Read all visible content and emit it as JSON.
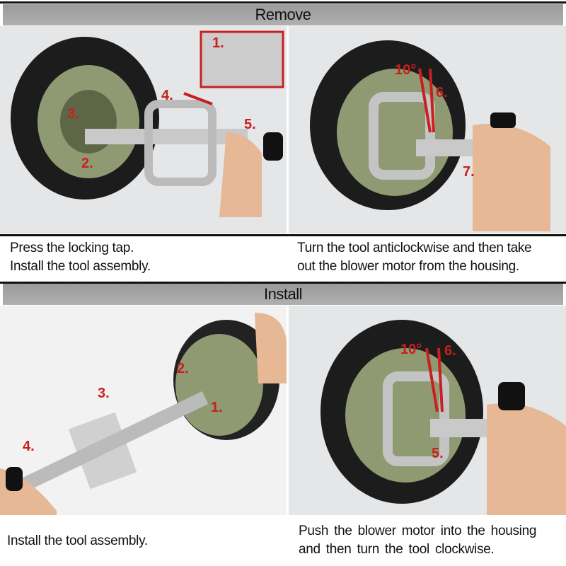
{
  "remove": {
    "title": "Remove",
    "left": {
      "labels": [
        "1.",
        "2.",
        "3.",
        "4.",
        "5."
      ],
      "caption_lines": [
        "Press the locking tap.",
        "Install the tool assembly."
      ]
    },
    "right": {
      "labels": [
        "10°",
        "6.",
        "7."
      ],
      "caption_lines": [
        "Turn the tool anticlockwise and then take",
        "out the blower motor from the housing."
      ]
    }
  },
  "install": {
    "title": "Install",
    "left": {
      "labels": [
        "1.",
        "2.",
        "3.",
        "4."
      ],
      "caption_lines": [
        "Install the tool assembly."
      ]
    },
    "right": {
      "labels": [
        "10°",
        "6.",
        "5."
      ],
      "caption_lines": [
        "Push the blower motor into the housing",
        "and then turn the tool clockwise."
      ]
    }
  },
  "colors": {
    "accent": "#c8201e",
    "header": "#a6a6a6"
  }
}
